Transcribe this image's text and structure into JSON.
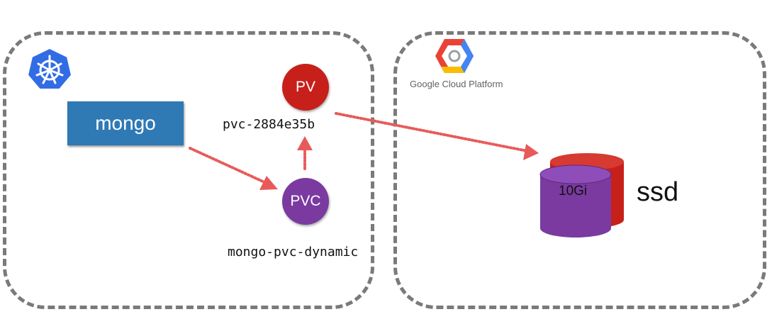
{
  "diagram": {
    "kubernetes": {
      "logo_icon": "kubernetes-helm-icon"
    },
    "gcp": {
      "logo_icon": "google-cloud-hexagon-icon",
      "label": "Google Cloud Platform"
    },
    "nodes": {
      "mongo": "mongo",
      "pv": "PV",
      "pvc": "PVC",
      "pv_name": "pvc-2884e35b",
      "pvc_name": "mongo-pvc-dynamic",
      "disk_size": "10Gi",
      "disk_type": "ssd"
    },
    "colors": {
      "arrow": "#e85a5a",
      "pv": "#c7201a",
      "pvc": "#7a3aa0",
      "mongo": "#2f79b5",
      "disk_front": "#7a3aa0",
      "disk_back": "#c7201a"
    }
  }
}
